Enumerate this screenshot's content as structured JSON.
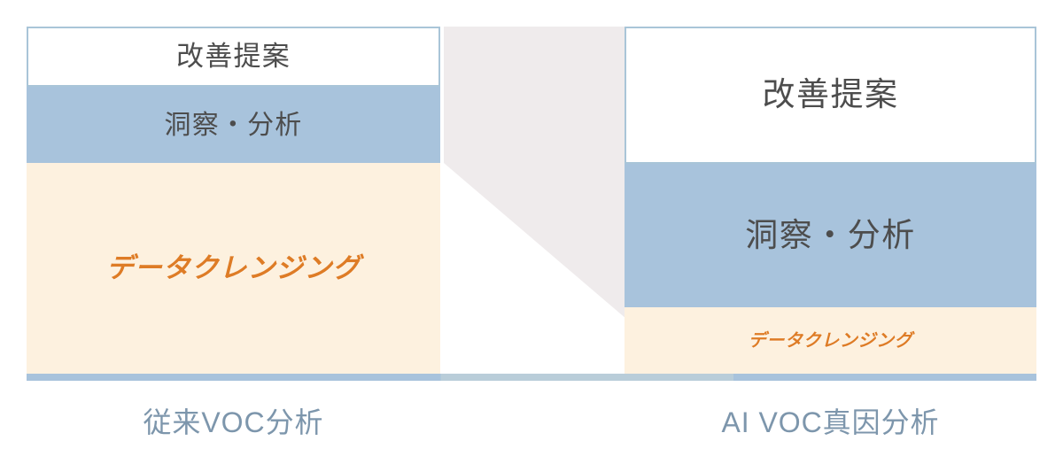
{
  "diagram": {
    "title": "VOC analysis effort comparison",
    "colors": {
      "insight_band": "#A8C3DC",
      "cleansing_band": "#FDF1DF",
      "proposal_band": "#FFFFFF",
      "proposal_border": "#A9C5D8",
      "orange_text": "#DE7C26",
      "dark_text": "#4D4D4D",
      "caption_text": "#7D96AC",
      "connector_fill": "#EFEBEC",
      "baseline": "#A8C3DC"
    },
    "panels": [
      {
        "id": "conventional",
        "caption": "従来VOC分析",
        "bands": [
          {
            "id": "proposal",
            "label": "改善提案"
          },
          {
            "id": "insight",
            "label": "洞察・分析"
          },
          {
            "id": "cleansing",
            "label": "データクレンジング"
          }
        ]
      },
      {
        "id": "ai-root-cause",
        "caption": "AI VOC真因分析",
        "bands": [
          {
            "id": "proposal",
            "label": "改善提案"
          },
          {
            "id": "insight",
            "label": "洞察・分析"
          },
          {
            "id": "cleansing",
            "label": "データクレンジング"
          }
        ]
      }
    ]
  }
}
